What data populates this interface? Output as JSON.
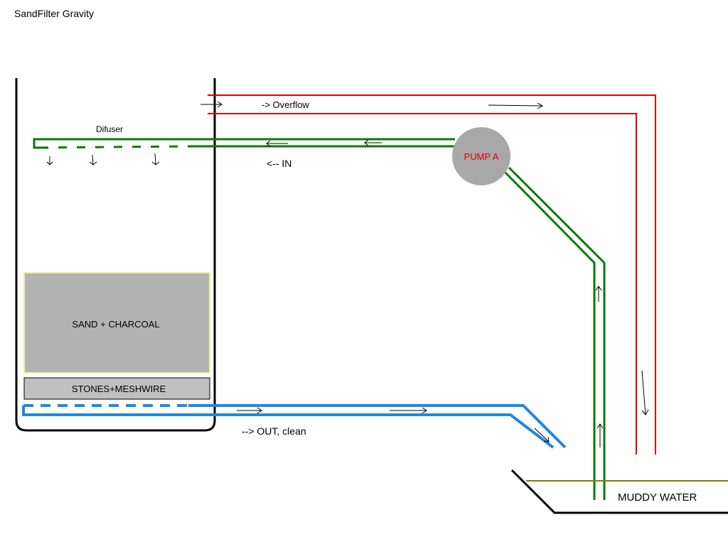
{
  "title": "SandFilter Gravity",
  "labels": {
    "overflow": "-> Overflow",
    "diffuser": "Difuser",
    "in": "<-- IN",
    "pump": "PUMP A",
    "sand": "SAND + CHARCOAL",
    "stones": "STONES+MESHWIRE",
    "out": "--> OUT, clean",
    "muddy": "MUDDY WATER"
  },
  "colors": {
    "tank": "#000000",
    "overflow_pipe": "#e00000",
    "inlet_pipe": "#0a7a0a",
    "outlet_pipe": "#1e88e5",
    "pump_fill": "#a8a8a8",
    "pump_text": "#e00000",
    "sand_fill": "#b3b3b3",
    "sand_border": "#f3ef9a",
    "stones_fill": "#c0c0c0",
    "water_surface": "#808000"
  }
}
